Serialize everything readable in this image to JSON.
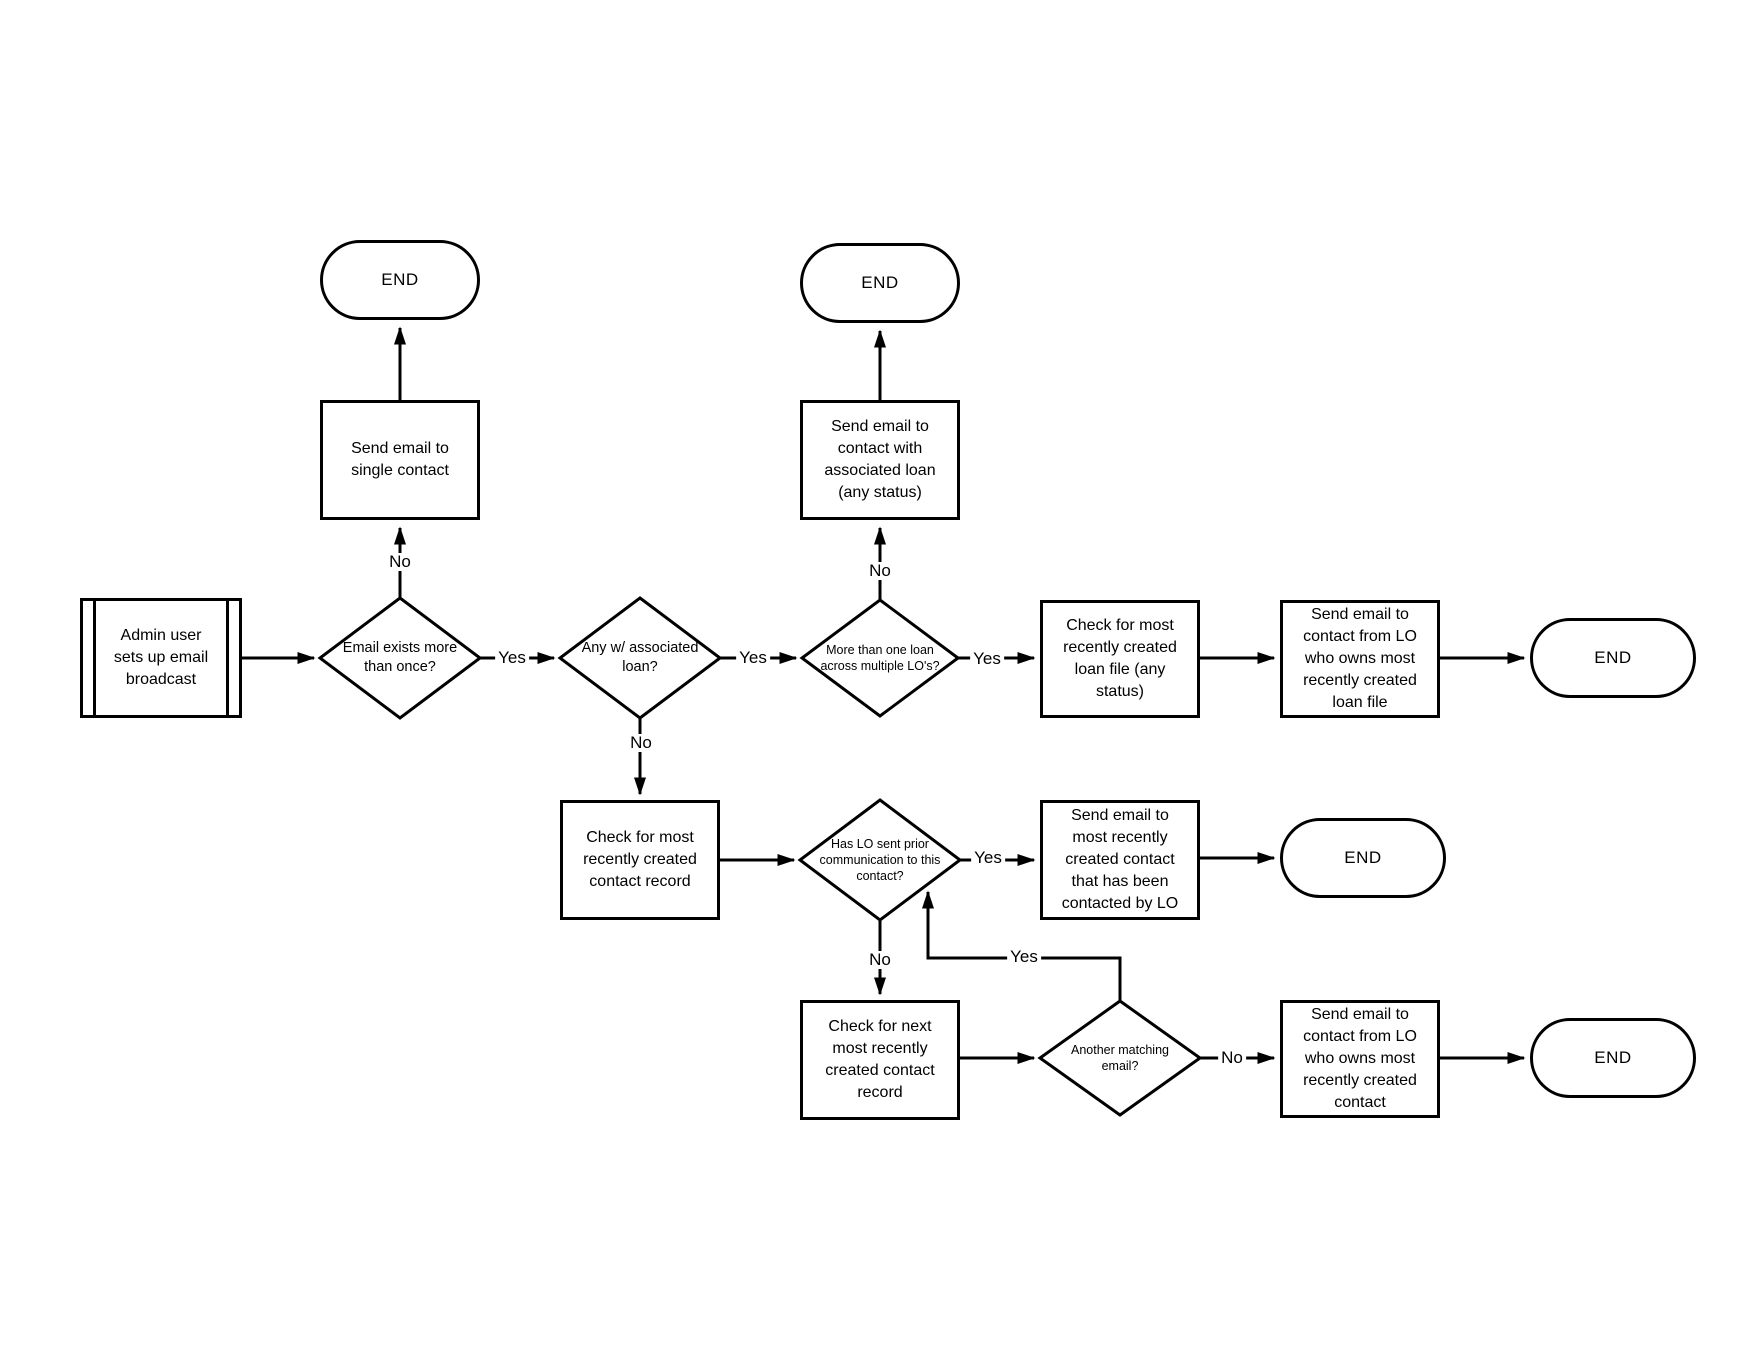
{
  "diagram": {
    "background_color": "#ffffff",
    "stroke_color": "#000000",
    "nodes": {
      "start": {
        "type": "predefined-process",
        "label": "Admin user\nsets up email\nbroadcast"
      },
      "email_exists": {
        "type": "decision",
        "label": "Email exists more\nthan once?"
      },
      "send_single": {
        "type": "process",
        "label": "Send email to\nsingle contact"
      },
      "end_top_left": {
        "type": "terminator",
        "label": "END"
      },
      "any_assoc_loan": {
        "type": "decision",
        "label": "Any w/ associated\nloan?"
      },
      "multi_lo": {
        "type": "decision",
        "label": "More than one loan\nacross multiple LO's?"
      },
      "send_assoc": {
        "type": "process",
        "label": "Send email to\ncontact with\nassociated loan\n(any status)"
      },
      "end_top_mid": {
        "type": "terminator",
        "label": "END"
      },
      "check_loan": {
        "type": "process",
        "label": "Check for most\nrecently created\nloan file (any\nstatus)"
      },
      "send_lo_loan": {
        "type": "process",
        "label": "Send email to\ncontact from LO\nwho owns most\nrecently created\nloan file"
      },
      "end_row1": {
        "type": "terminator",
        "label": "END"
      },
      "check_contact": {
        "type": "process",
        "label": "Check for most\nrecently created\ncontact record"
      },
      "prior_comm": {
        "type": "decision",
        "label": "Has LO sent prior\ncommunication to this\ncontact?"
      },
      "send_recent": {
        "type": "process",
        "label": "Send email to\nmost recently\ncreated contact\nthat has been\ncontacted by LO"
      },
      "end_row2": {
        "type": "terminator",
        "label": "END"
      },
      "check_next": {
        "type": "process",
        "label": "Check for next\nmost recently\ncreated contact\nrecord"
      },
      "another_email": {
        "type": "decision",
        "label": "Another matching\nemail?"
      },
      "send_lo_contact": {
        "type": "process",
        "label": "Send email to\ncontact from LO\nwho owns most\nrecently created\ncontact"
      },
      "end_row3": {
        "type": "terminator",
        "label": "END"
      }
    },
    "edge_labels": {
      "email_exists_no": "No",
      "email_exists_yes": "Yes",
      "any_assoc_loan_yes": "Yes",
      "any_assoc_loan_no": "No",
      "multi_lo_no": "No",
      "multi_lo_yes": "Yes",
      "prior_comm_yes": "Yes",
      "prior_comm_no": "No",
      "another_email_yes": "Yes",
      "another_email_no": "No"
    }
  }
}
